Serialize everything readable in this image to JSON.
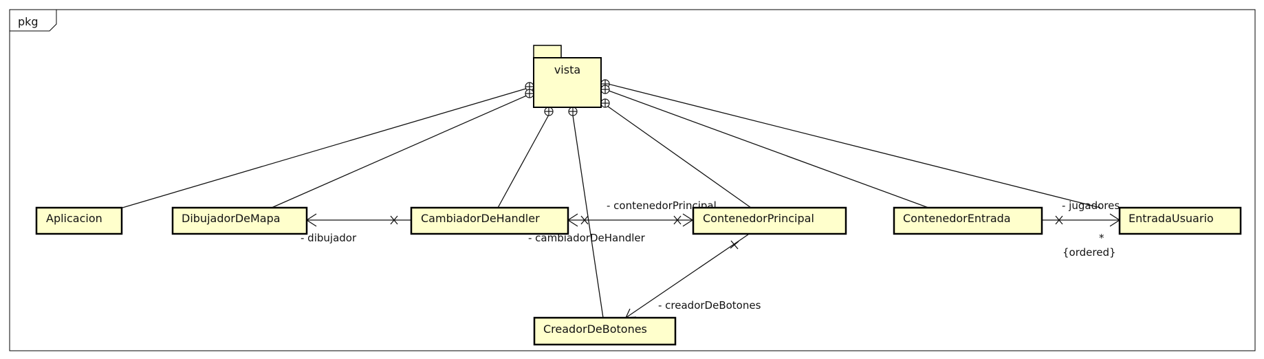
{
  "frame": {
    "label": "pkg"
  },
  "package": {
    "name": "vista"
  },
  "classes": {
    "aplicacion": "Aplicacion",
    "dibujador": "DibujadorDeMapa",
    "cambiador": "CambiadorDeHandler",
    "contenedor_principal": "ContenedorPrincipal",
    "contenedor_entrada": "ContenedorEntrada",
    "entrada_usuario": "EntradaUsuario",
    "creador": "CreadorDeBotones"
  },
  "relations": {
    "dibujador_role": "- dibujador",
    "contenedor_principal_role": "- contenedorPrincipal",
    "cambiador_role": "- cambiadorDeHandler",
    "creador_role": "- creadorDeBotones",
    "jugadores_role": "- jugadores",
    "jugadores_multiplicity": "*",
    "jugadores_constraint": "{ordered}"
  },
  "colors": {
    "class_fill": "#ffffcc",
    "border": "#000000",
    "line": "#111111"
  }
}
